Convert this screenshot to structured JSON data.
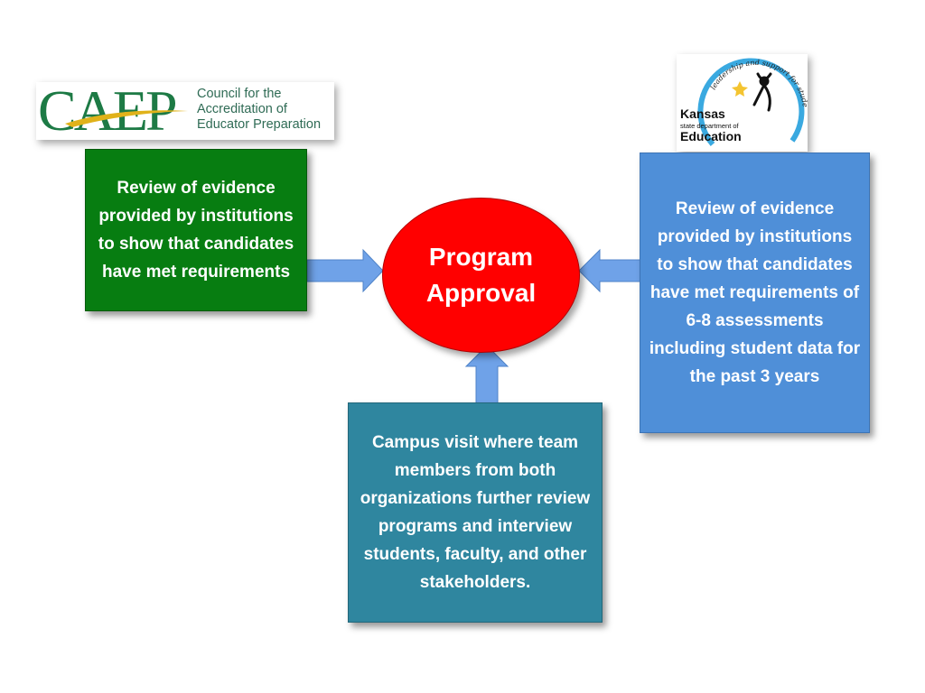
{
  "logos": {
    "caep": {
      "wordmark": "CAEP",
      "tagline": [
        "Council for the",
        "Accreditation of",
        "Educator Preparation"
      ]
    },
    "ksde": {
      "arc_text": "leadership and support for student learning",
      "name": "Kansas",
      "subtitle": "state department of",
      "name2": "Education"
    }
  },
  "nodes": {
    "caep_review": "Review of evidence provided by institutions to show that candidates have met requirements",
    "program_approval": "Program Approval",
    "ksde_review": "Review of evidence provided by institutions to show that candidates have met requirements of 6-8 assessments including student data for the past 3 years",
    "campus_visit": "Campus visit where team members from both organizations further review programs and interview students, faculty, and other stakeholders."
  },
  "colors": {
    "caep_box": "#077d11",
    "ksde_box": "#4f8fd8",
    "campus_box": "#2f869f",
    "center": "#ff0000",
    "arrow": "#6fa2e8"
  }
}
